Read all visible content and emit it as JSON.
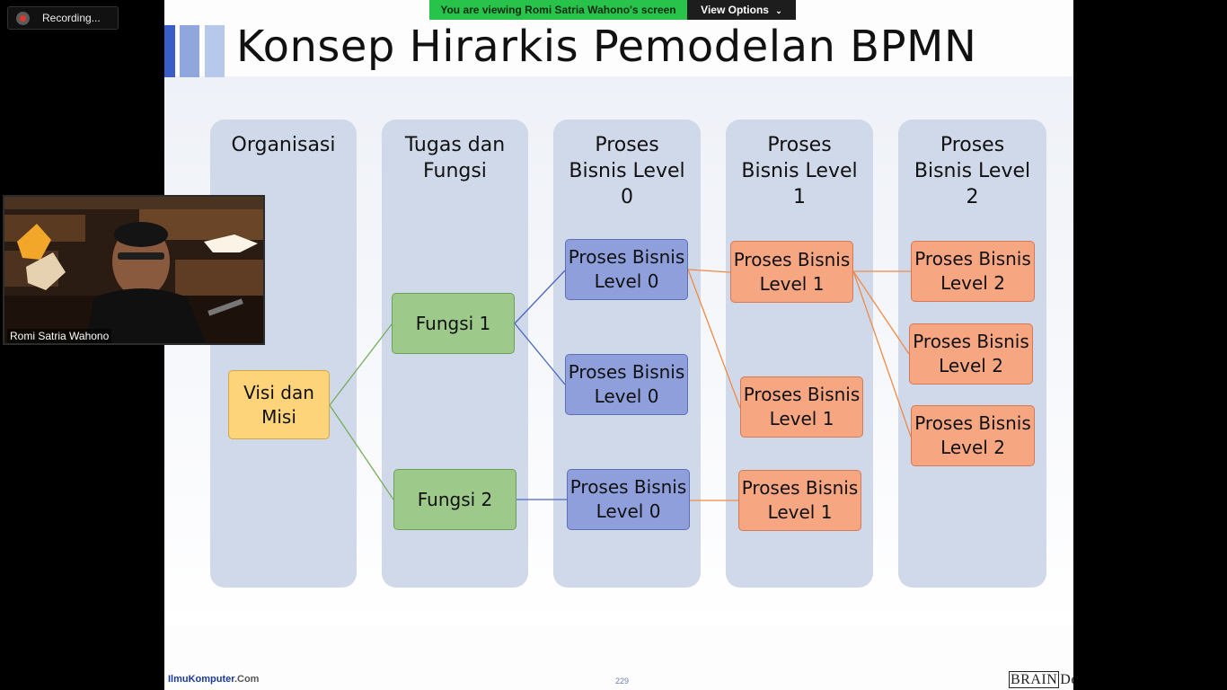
{
  "recording": {
    "label": "Recording..."
  },
  "banner": {
    "text": "You are viewing Romi Satria Wahono's screen",
    "options_label": "View Options"
  },
  "camera": {
    "participant_name": "Romi Satria Wahono"
  },
  "slide": {
    "title": "Konsep Hirarkis Pemodelan BPMN",
    "columns": [
      {
        "label": "Organisasi"
      },
      {
        "label": "Tugas dan\nFungsi"
      },
      {
        "label": "Proses\nBisnis Level\n0"
      },
      {
        "label": "Proses\nBisnis Level\n1"
      },
      {
        "label": "Proses\nBisnis Level\n2"
      }
    ],
    "nodes": {
      "visi": "Visi dan\nMisi",
      "fungsi1": "Fungsi 1",
      "fungsi2": "Fungsi 2",
      "l0_a": "Proses Bisnis\nLevel 0",
      "l0_b": "Proses Bisnis\nLevel 0",
      "l0_c": "Proses Bisnis\nLevel 0",
      "l1_a": "Proses Bisnis\nLevel 1",
      "l1_b": "Proses Bisnis\nLevel 1",
      "l1_c": "Proses Bisnis\nLevel 1",
      "l2_a": "Proses Bisnis\nLevel 2",
      "l2_b": "Proses Bisnis\nLevel 2",
      "l2_c": "Proses Bisnis\nLevel 2"
    },
    "footer": {
      "logo_main": "IlmuKomputer",
      "logo_domain": ".Com",
      "page_number": "229",
      "brand_box": "BRAIN",
      "brand_rest": "Dev"
    }
  },
  "colors": {
    "column_bg": "#d0d9ea",
    "yellow": "#fdd47a",
    "green": "#9dc98a",
    "blue": "#8e9fdc",
    "orange": "#f7a682",
    "line_green": "#77ad5e",
    "line_blue": "#4a67c2",
    "line_orange": "#ef8a46",
    "banner_green": "#27c34a"
  },
  "icons": {
    "recording": "cloud-record-icon",
    "options": "chevron-down-icon"
  }
}
